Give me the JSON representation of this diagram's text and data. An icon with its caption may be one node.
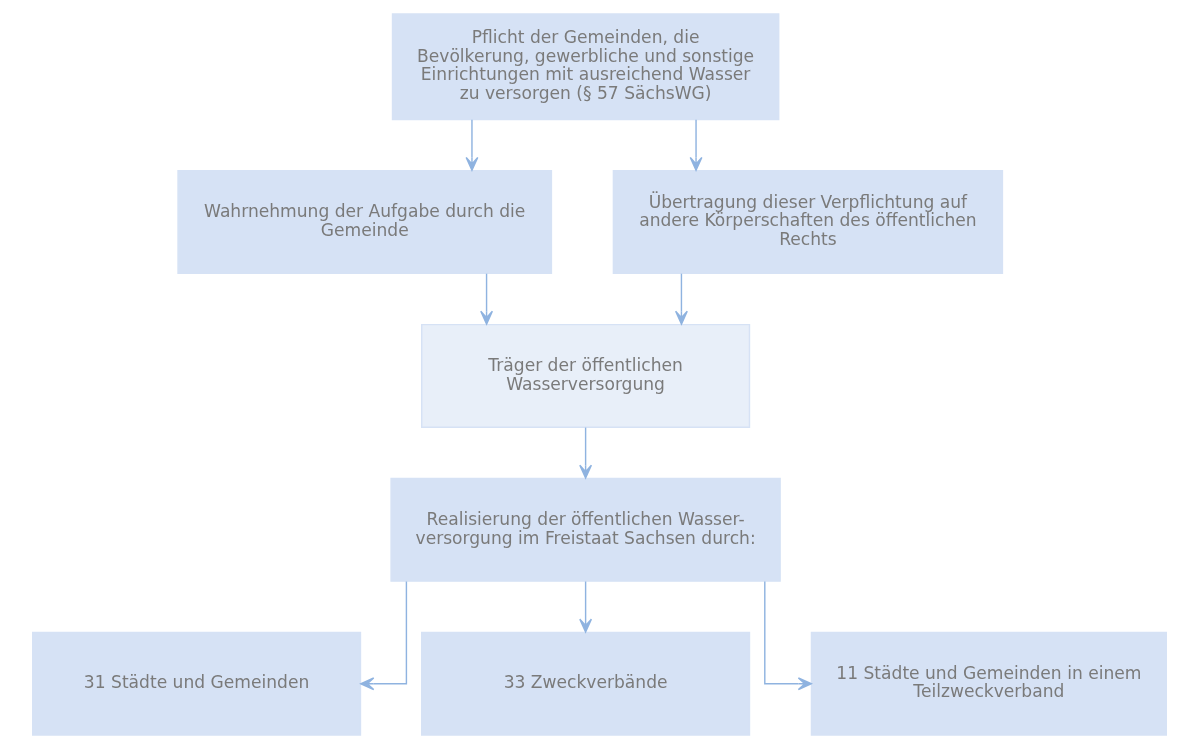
{
  "diagram": {
    "nodes": [
      {
        "text": [
          "Pflicht der Gemeinden, die Bevölkerung, gewerbliche und sonstige Einrichtungen mit ausreichend Wasser zu versorgen (§ 57 SächsWG)"
        ]
      },
      {
        "text": [
          "Wahrnehmung der Aufgabe durch die Gemeinde"
        ]
      },
      {
        "text": [
          "Übertragung dieser Verpflichtung auf andere Körperschaften des öffentlichen Rechts"
        ]
      },
      {
        "text": [
          "Träger der öffentlichen Wasserversorgung"
        ]
      },
      {
        "text": [
          "Realisierung der öffentlichen Wasser- versorgung im Freistaat Sachsen durch:"
        ]
      },
      {
        "text": [
          "31 Städte und Gemeinden"
        ]
      },
      {
        "text": [
          "33 Zweckverbände"
        ]
      },
      {
        "text": [
          "11 Städte und Gemeinden in einem Teilzweckverband"
        ]
      }
    ],
    "edges": [
      {
        "from": 0,
        "to": 1,
        "arrow": "to"
      },
      {
        "from": 0,
        "to": 2,
        "arrow": "to"
      },
      {
        "from": 1,
        "to": 3,
        "arrow": "to"
      },
      {
        "from": 2,
        "to": 3,
        "arrow": "to"
      },
      {
        "from": 3,
        "to": 4,
        "arrow": "to"
      },
      {
        "from": 4,
        "to": 5,
        "arrow": "to"
      },
      {
        "from": 4,
        "to": 6,
        "arrow": "to"
      },
      {
        "from": 4,
        "to": 7,
        "arrow": "to"
      }
    ]
  }
}
